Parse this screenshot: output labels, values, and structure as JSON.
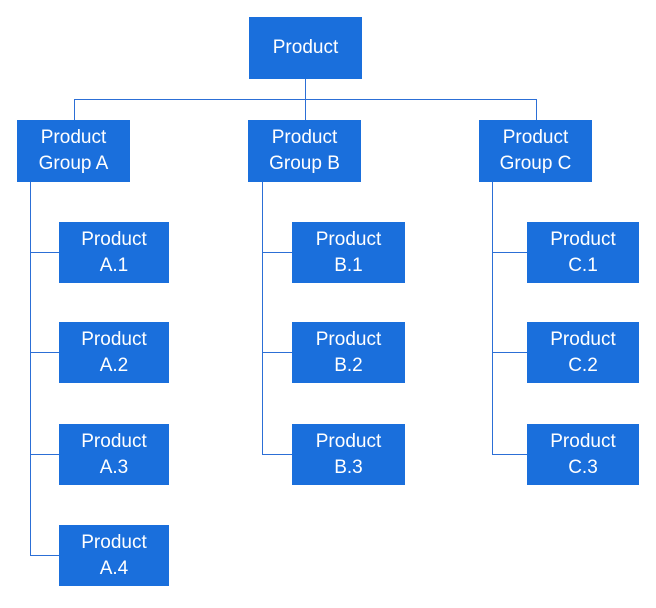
{
  "root": {
    "label": "Product"
  },
  "groups": [
    {
      "line1": "Product",
      "line2": "Group A",
      "items": [
        {
          "line1": "Product",
          "line2": "A.1"
        },
        {
          "line1": "Product",
          "line2": "A.2"
        },
        {
          "line1": "Product",
          "line2": "A.3"
        },
        {
          "line1": "Product",
          "line2": "A.4"
        }
      ]
    },
    {
      "line1": "Product",
      "line2": "Group B",
      "items": [
        {
          "line1": "Product",
          "line2": "B.1"
        },
        {
          "line1": "Product",
          "line2": "B.2"
        },
        {
          "line1": "Product",
          "line2": "B.3"
        }
      ]
    },
    {
      "line1": "Product",
      "line2": "Group C",
      "items": [
        {
          "line1": "Product",
          "line2": "C.1"
        },
        {
          "line1": "Product",
          "line2": "C.2"
        },
        {
          "line1": "Product",
          "line2": "C.3"
        }
      ]
    }
  ],
  "colors": {
    "box": "#1a6fdc",
    "line": "#2c6fd6",
    "text": "#ffffff"
  }
}
